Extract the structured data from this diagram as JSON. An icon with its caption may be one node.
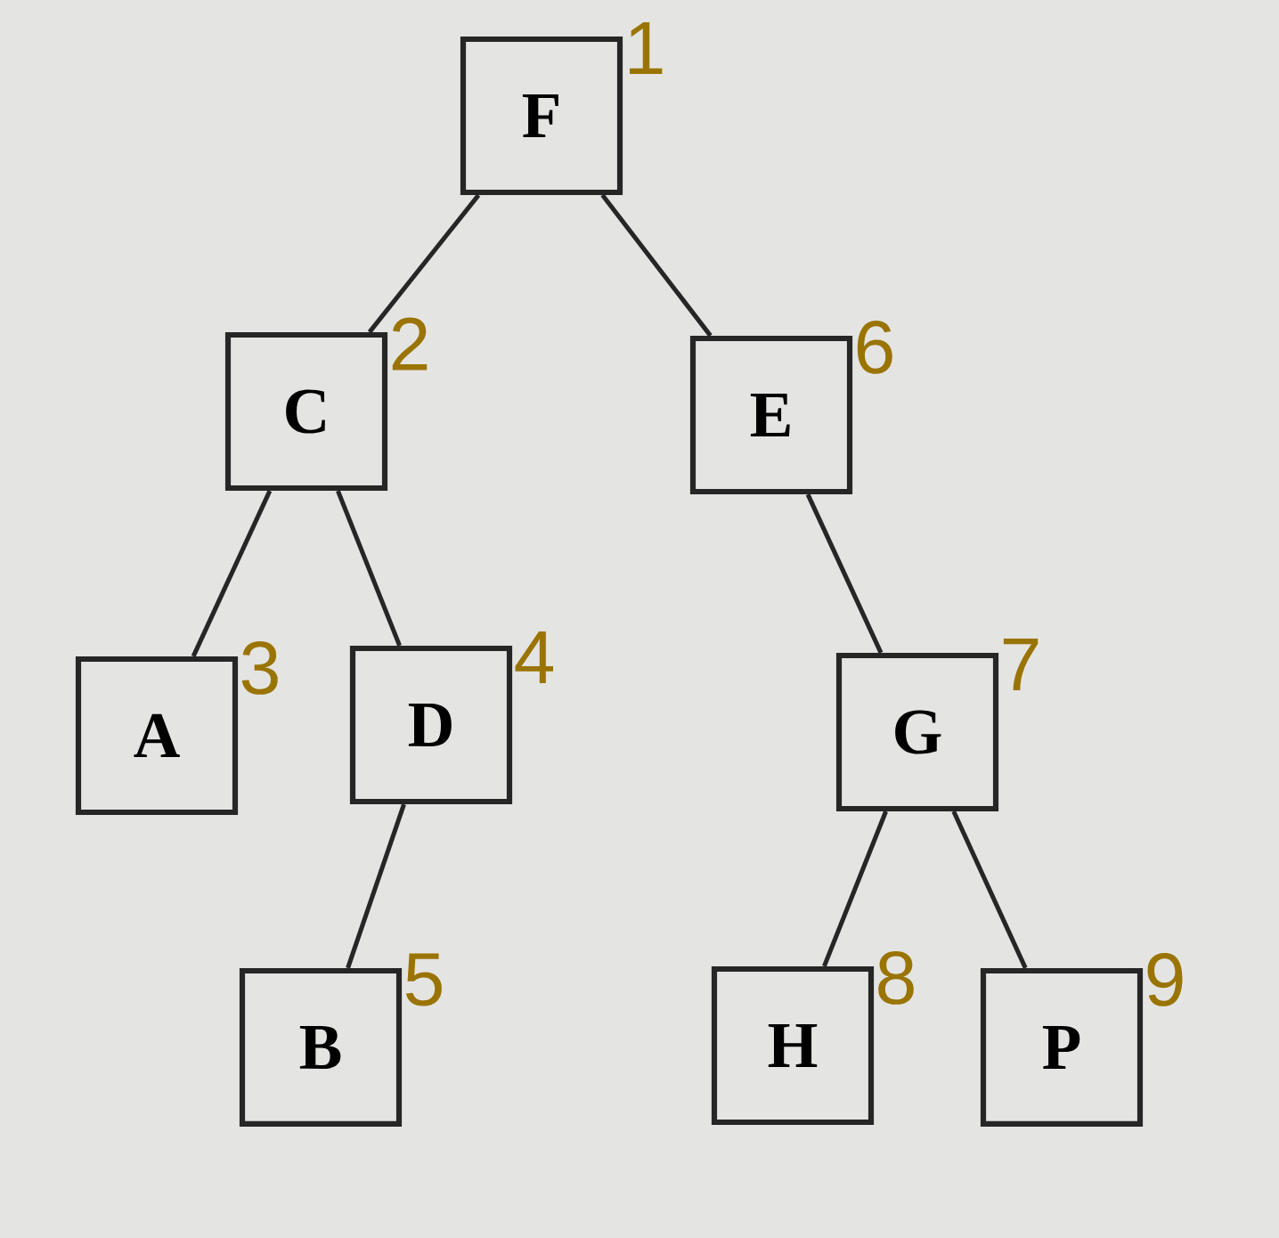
{
  "diagram": {
    "nodes": [
      {
        "text": [
          "F"
        ],
        "beside": [
          "1"
        ]
      },
      {
        "text": [
          "C"
        ],
        "beside": [
          "2"
        ]
      },
      {
        "text": [
          "E"
        ],
        "beside": [
          "6"
        ]
      },
      {
        "text": [
          "A"
        ],
        "beside": [
          "3"
        ]
      },
      {
        "text": [
          "D"
        ],
        "beside": [
          "4"
        ]
      },
      {
        "text": [
          "G"
        ],
        "beside": [
          "7"
        ]
      },
      {
        "text": [
          "B"
        ],
        "beside": [
          "5"
        ]
      },
      {
        "text": [
          "H"
        ],
        "beside": [
          "8"
        ]
      },
      {
        "text": [
          "P"
        ],
        "beside": [
          "9"
        ]
      }
    ],
    "edges": [
      {
        "from": 0,
        "to": 1,
        "arrow": "none"
      },
      {
        "from": 0,
        "to": 2,
        "arrow": "none"
      },
      {
        "from": 1,
        "to": 3,
        "arrow": "none"
      },
      {
        "from": 1,
        "to": 4,
        "arrow": "none"
      },
      {
        "from": 2,
        "to": 5,
        "arrow": "none"
      },
      {
        "from": 4,
        "to": 6,
        "arrow": "none"
      },
      {
        "from": 5,
        "to": 7,
        "arrow": "none"
      },
      {
        "from": 5,
        "to": 8,
        "arrow": "none"
      }
    ]
  }
}
